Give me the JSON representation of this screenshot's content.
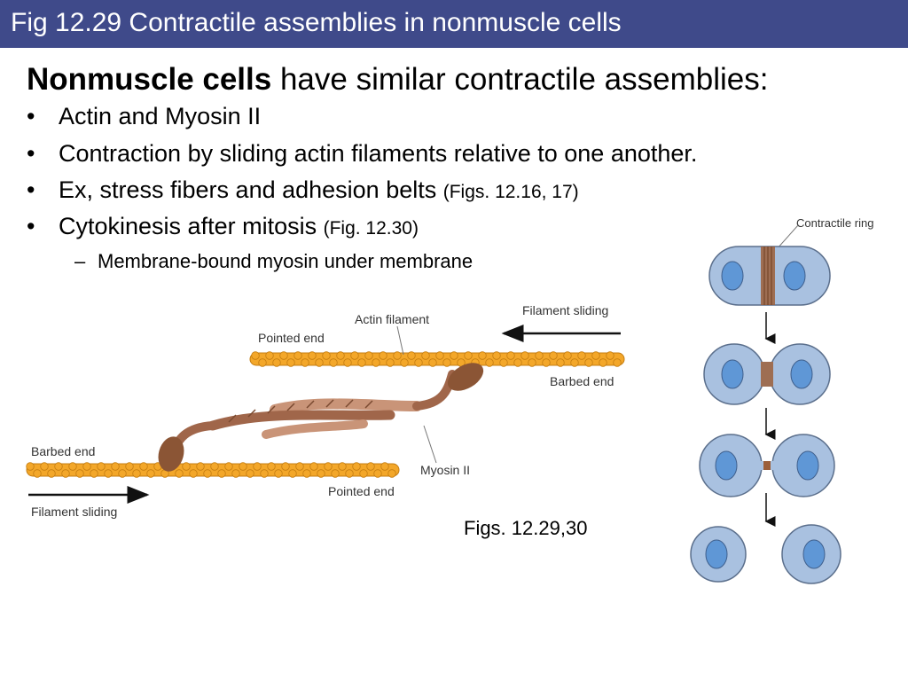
{
  "slide": {
    "title": "Fig 12.29  Contractile assemblies in nonmuscle cells",
    "heading_bold": "Nonmuscle cells",
    "heading_rest": " have similar contractile assemblies:",
    "bullets": [
      {
        "text": "Actin and Myosin II",
        "ref": ""
      },
      {
        "text": "Contraction by sliding actin filaments relative to one another.",
        "ref": ""
      },
      {
        "text": "Ex, stress fibers and adhesion belts ",
        "ref": "(Figs. 12.16, 17)"
      },
      {
        "text": "Cytokinesis after mitosis ",
        "ref": "(Fig. 12.30)"
      }
    ],
    "bullet_symbol": "•",
    "sub_bullet_symbol": "–",
    "sub_bullet": "Membrane-bound myosin under membrane",
    "caption": "Figs. 12.29,30"
  },
  "figure_sliding": {
    "labels": {
      "actin_filament": "Actin filament",
      "filament_sliding_top": "Filament sliding",
      "pointed_end_top": "Pointed end",
      "barbed_end_top": "Barbed end",
      "barbed_end_bottom": "Barbed end",
      "myosin": "Myosin II",
      "pointed_end_bottom": "Pointed end",
      "filament_sliding_bottom": "Filament sliding"
    },
    "colors": {
      "actin": "#f3a72a",
      "actin_outline": "#c47c10",
      "myosin": "#a0664a",
      "myosin_light": "#c99478",
      "head": "#8b5535"
    }
  },
  "figure_cytokinesis": {
    "label": "Contractile ring",
    "colors": {
      "cell": "#a9c1e0",
      "cell_outline": "#5b6f8c",
      "nucleus": "#5f97d6",
      "ring": "#9c5f3a"
    }
  }
}
